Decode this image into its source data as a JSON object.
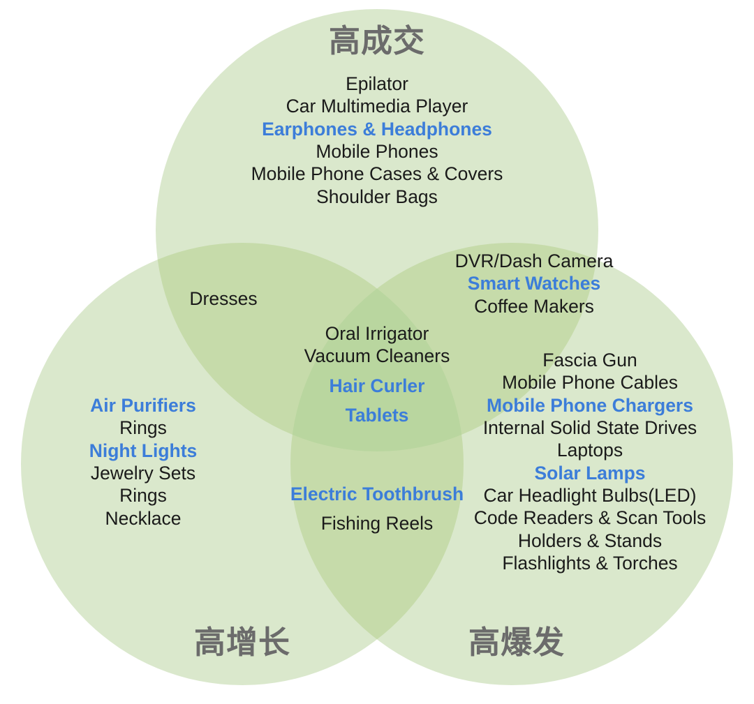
{
  "diagram": {
    "type": "venn-3-set",
    "title_sets": {
      "top": "高成交",
      "bottom_left": "高增长",
      "bottom_right": "高爆发"
    },
    "colors": {
      "circle_fill": "#dae8cc",
      "overlap_two": "#c6dbaa",
      "overlap_three": "#b9d69f",
      "highlight_text": "#3c7dd9",
      "body_text": "#1a1a1a",
      "label_text": "#6b6b6b",
      "background": "#ffffff"
    }
  },
  "regions": {
    "top_only": {
      "name": "高成交",
      "items": [
        {
          "label": "Epilator",
          "highlight": false
        },
        {
          "label": "Car Multimedia Player",
          "highlight": false
        },
        {
          "label": "Earphones & Headphones",
          "highlight": true
        },
        {
          "label": "Mobile Phones",
          "highlight": false
        },
        {
          "label": "Mobile Phone Cases & Covers",
          "highlight": false
        },
        {
          "label": "Shoulder Bags",
          "highlight": false
        }
      ]
    },
    "top_and_left": {
      "name": "高成交 ∩ 高增长",
      "items": [
        {
          "label": "Dresses",
          "highlight": false
        }
      ]
    },
    "top_and_right": {
      "name": "高成交 ∩ 高爆发",
      "items": [
        {
          "label": "DVR/Dash Camera",
          "highlight": false
        },
        {
          "label": "Smart Watches",
          "highlight": true
        },
        {
          "label": "Coffee Makers",
          "highlight": false
        }
      ]
    },
    "center_all_three": {
      "name": "高成交 ∩ 高增长 ∩ 高爆发",
      "items": [
        {
          "label": "Oral Irrigator",
          "highlight": false
        },
        {
          "label": "Vacuum Cleaners",
          "highlight": false
        },
        {
          "label": "Hair Curler",
          "highlight": true,
          "spaced": true
        },
        {
          "label": "Tablets",
          "highlight": true,
          "spaced": true
        }
      ]
    },
    "left_only": {
      "name": "高增长",
      "items": [
        {
          "label": "Air Purifiers",
          "highlight": true
        },
        {
          "label": "Rings",
          "highlight": false
        },
        {
          "label": "Night Lights",
          "highlight": true
        },
        {
          "label": "Jewelry Sets",
          "highlight": false
        },
        {
          "label": "Rings",
          "highlight": false
        },
        {
          "label": "Necklace",
          "highlight": false
        }
      ]
    },
    "right_only": {
      "name": "高爆发",
      "items": [
        {
          "label": "Fascia Gun",
          "highlight": false
        },
        {
          "label": "Mobile Phone Cables",
          "highlight": false
        },
        {
          "label": "Mobile Phone Chargers",
          "highlight": true
        },
        {
          "label": "Internal Solid State Drives",
          "highlight": false
        },
        {
          "label": "Laptops",
          "highlight": false
        },
        {
          "label": "Solar Lamps",
          "highlight": true
        },
        {
          "label": "Car Headlight Bulbs(LED)",
          "highlight": false
        },
        {
          "label": "Code Readers & Scan Tools",
          "highlight": false
        },
        {
          "label": "Holders & Stands",
          "highlight": false
        },
        {
          "label": "Flashlights & Torches",
          "highlight": false
        }
      ]
    },
    "left_and_right": {
      "name": "高增长 ∩ 高爆发",
      "items": [
        {
          "label": "Electric Toothbrush",
          "highlight": true
        },
        {
          "label": "Fishing Reels",
          "highlight": false,
          "spaced": true
        }
      ]
    }
  }
}
